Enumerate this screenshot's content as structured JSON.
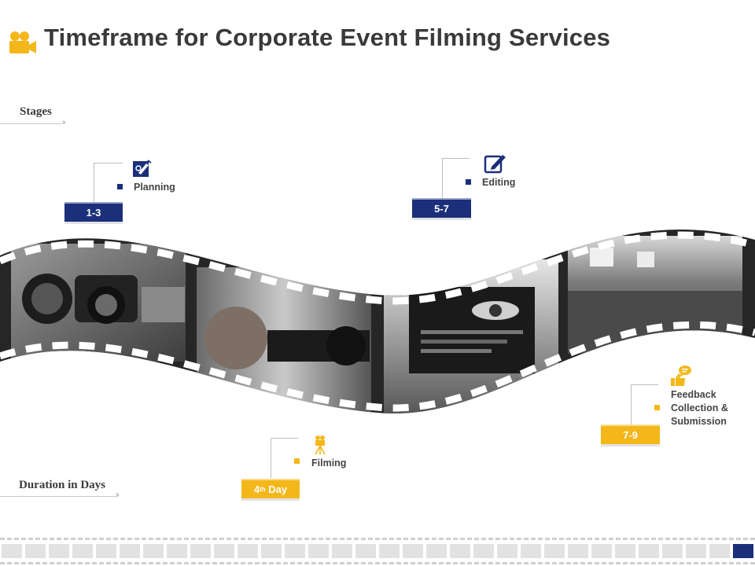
{
  "header": {
    "title": "Timeframe for Corporate Event Filming Services",
    "icon": "video-camera-icon"
  },
  "labels": {
    "stages": "Stages",
    "duration": "Duration in Days"
  },
  "stages": [
    {
      "id": "planning",
      "label": "Planning",
      "duration": "1-3",
      "icon": "planning-icon",
      "color": "#1b2f7a"
    },
    {
      "id": "filming",
      "label": "Filming",
      "duration_main": "4",
      "duration_sup": "th",
      "duration_rest": " Day",
      "icon": "tripod-camera-icon",
      "color": "#f4b71a"
    },
    {
      "id": "editing",
      "label": "Editing",
      "duration": "5-7",
      "icon": "edit-icon",
      "color": "#1b2f7a"
    },
    {
      "id": "feedback",
      "label": "Feedback Collection & Submission",
      "label_lines": [
        "Feedback",
        "Collection &",
        "Submission"
      ],
      "duration": "7-9",
      "icon": "feedback-icon",
      "color": "#f4b71a"
    }
  ],
  "filmstrip": {
    "frames": [
      "camera-gear-photo",
      "cameraman-photo",
      "video-editing-photo",
      "conference-audience-photo"
    ]
  },
  "colors": {
    "accent_blue": "#1b2f7a",
    "accent_yellow": "#f4b71a",
    "film": "#2a2a2a"
  }
}
